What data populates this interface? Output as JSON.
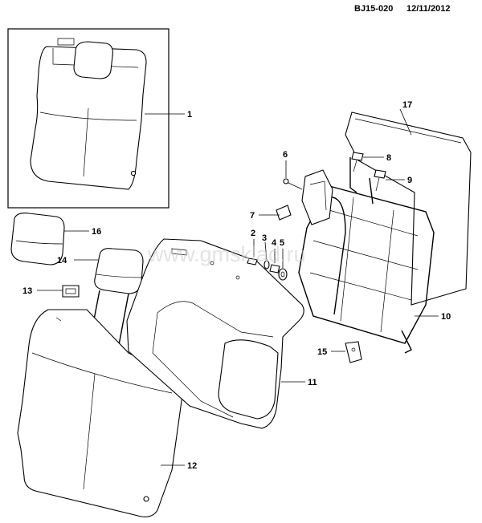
{
  "header": {
    "code": "BJ15-020",
    "date": "12/11/2012"
  },
  "watermark": "www.gmsklad.ru",
  "callouts": [
    {
      "id": "1"
    },
    {
      "id": "2"
    },
    {
      "id": "3"
    },
    {
      "id": "4"
    },
    {
      "id": "5"
    },
    {
      "id": "6"
    },
    {
      "id": "7"
    },
    {
      "id": "8"
    },
    {
      "id": "9"
    },
    {
      "id": "10"
    },
    {
      "id": "11"
    },
    {
      "id": "12"
    },
    {
      "id": "13"
    },
    {
      "id": "14"
    },
    {
      "id": "15"
    },
    {
      "id": "16"
    },
    {
      "id": "17"
    }
  ],
  "colors": {
    "line": "#000000",
    "background": "#ffffff",
    "watermark": "#cccccc"
  }
}
